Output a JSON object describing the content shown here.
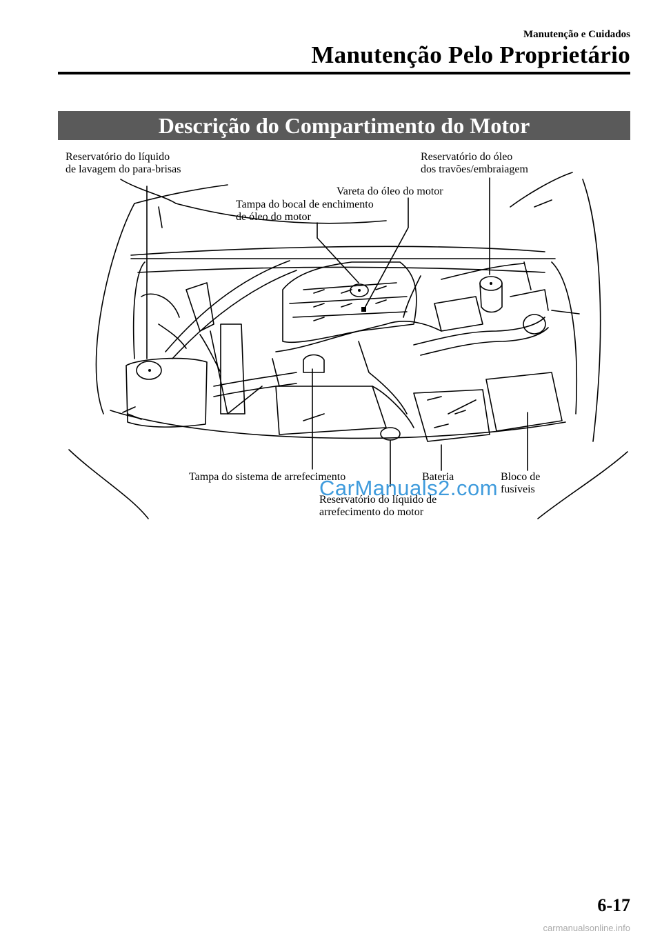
{
  "header": {
    "section": "Manutenção e Cuidados",
    "title": "Manutenção Pelo Proprietário"
  },
  "banner_title": "Descrição do Compartimento do Motor",
  "labels": {
    "washer_reservoir": [
      "Reservatório do líquido",
      "de lavagem do para-brisas"
    ],
    "brake_clutch_reservoir": [
      "Reservatório do óleo",
      "dos travões/embraiagem"
    ],
    "dipstick": "Vareta do óleo do motor",
    "oil_filler_cap": [
      "Tampa do bocal de enchimento",
      "de óleo do motor"
    ],
    "cooling_cap": "Tampa do sistema de arrefecimento",
    "battery": "Bateria",
    "fuse_block": [
      "Bloco de",
      "fusíveis"
    ],
    "coolant_reservoir": [
      "Reservatório do líquido de",
      "arrefecimento do motor"
    ]
  },
  "watermark": "CarManuals2.com",
  "page_number": "6-17",
  "footer_watermark": "carmanualsonline.info"
}
